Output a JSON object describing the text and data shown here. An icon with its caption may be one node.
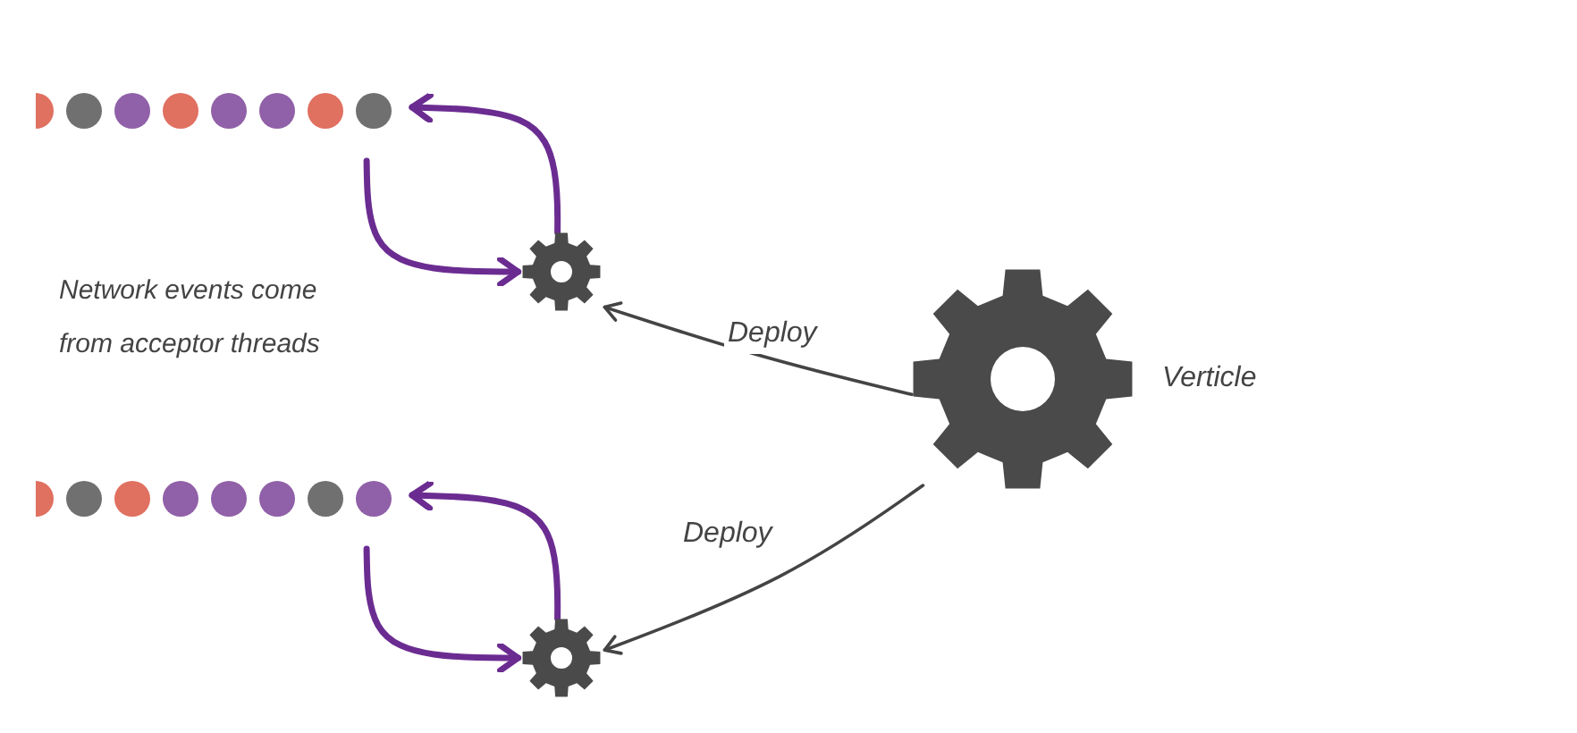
{
  "diagram": {
    "nodes": [
      {
        "text": [],
        "shape": "picture",
        "beside": [
          "Verticle"
        ]
      },
      {
        "text": [],
        "shape": "picture"
      },
      {
        "text": [],
        "shape": "picture"
      },
      {
        "text": [],
        "shape": "picture"
      },
      {
        "text": [],
        "shape": "picture"
      }
    ],
    "edges": [
      {
        "from": 0,
        "to": 1,
        "arrow": "to",
        "label": "Deploy",
        "color": "#444444"
      },
      {
        "from": 0,
        "to": 2,
        "arrow": "to",
        "label": "Deploy",
        "color": "#444444"
      },
      {
        "from": 1,
        "to": 3,
        "arrow": "to"
      },
      {
        "from": 3,
        "to": 1,
        "arrow": "to"
      },
      {
        "from": 2,
        "to": 4,
        "arrow": "to"
      },
      {
        "from": 4,
        "to": 2,
        "arrow": "to"
      }
    ],
    "labels": [
      "Network events come from acceptor threads"
    ]
  }
}
